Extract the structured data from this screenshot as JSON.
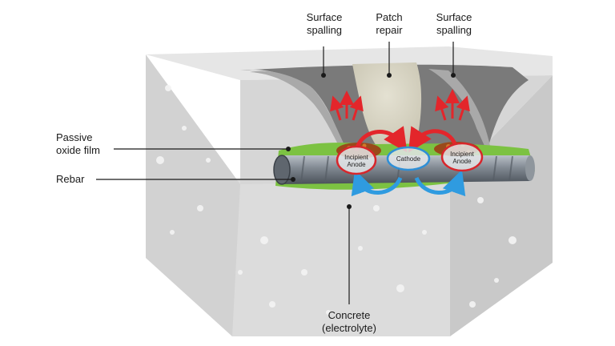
{
  "labels": {
    "surface_spalling_left": "Surface\nspalling",
    "patch_repair": "Patch\nrepair",
    "surface_spalling_right": "Surface\nspalling",
    "passive_oxide_film": "Passive\noxide film",
    "rebar": "Rebar",
    "concrete": "Concrete\n(electrolyte)"
  },
  "rebar_labels": {
    "incipient_anode_left": "Incipient\nAnode",
    "cathode": "Cathode",
    "incipient_anode_right": "Incipient\nAnode"
  },
  "colors": {
    "concrete_top": "#e6e6e6",
    "concrete_front": "#dcdcdc",
    "concrete_side": "#c9c9c9",
    "patch": "#d9d6c6",
    "rebar": "#7f8790",
    "oxide_film": "#7cc242",
    "rust": "#9a4a1a",
    "anode_ring": "#d8262b",
    "cathode_ring": "#2f8fd6",
    "current_red": "#e3262b",
    "current_blue": "#2f9be0"
  }
}
